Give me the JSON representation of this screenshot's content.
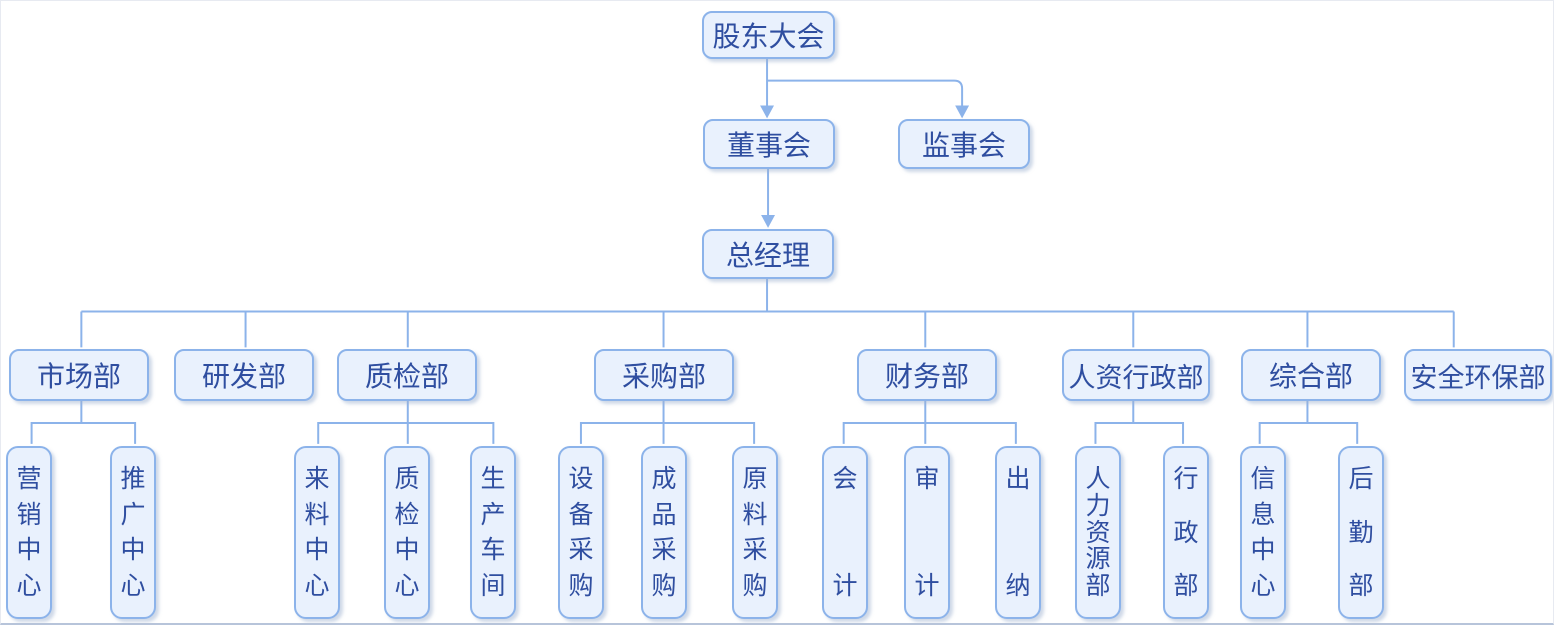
{
  "colors": {
    "node_fill": "#e9f1fd",
    "node_border": "#8cb3ea",
    "line": "#8cb3ea",
    "text": "#2f4ea0"
  },
  "org": {
    "root": {
      "label": "股东大会"
    },
    "level2": [
      {
        "label": "董事会"
      },
      {
        "label": "监事会"
      }
    ],
    "level3": {
      "label": "总经理"
    },
    "departments": [
      {
        "label": "市场部",
        "children": [
          {
            "label": "营销中心"
          },
          {
            "label": "推广中心"
          }
        ]
      },
      {
        "label": "研发部",
        "children": []
      },
      {
        "label": "质检部",
        "children": [
          {
            "label": "来料中心"
          },
          {
            "label": "质检中心"
          },
          {
            "label": "生产车间"
          }
        ]
      },
      {
        "label": "采购部",
        "children": [
          {
            "label": "设备采购"
          },
          {
            "label": "成品采购"
          },
          {
            "label": "原料采购"
          }
        ]
      },
      {
        "label": "财务部",
        "children": [
          {
            "label": "会计"
          },
          {
            "label": "审计"
          },
          {
            "label": "出纳"
          }
        ]
      },
      {
        "label": "人资行政部",
        "children": [
          {
            "label": "人力资源部"
          },
          {
            "label": "行政部"
          }
        ]
      },
      {
        "label": "综合部",
        "children": [
          {
            "label": "信息中心"
          },
          {
            "label": "后勤部"
          }
        ]
      },
      {
        "label": "安全环保部",
        "children": []
      }
    ]
  }
}
